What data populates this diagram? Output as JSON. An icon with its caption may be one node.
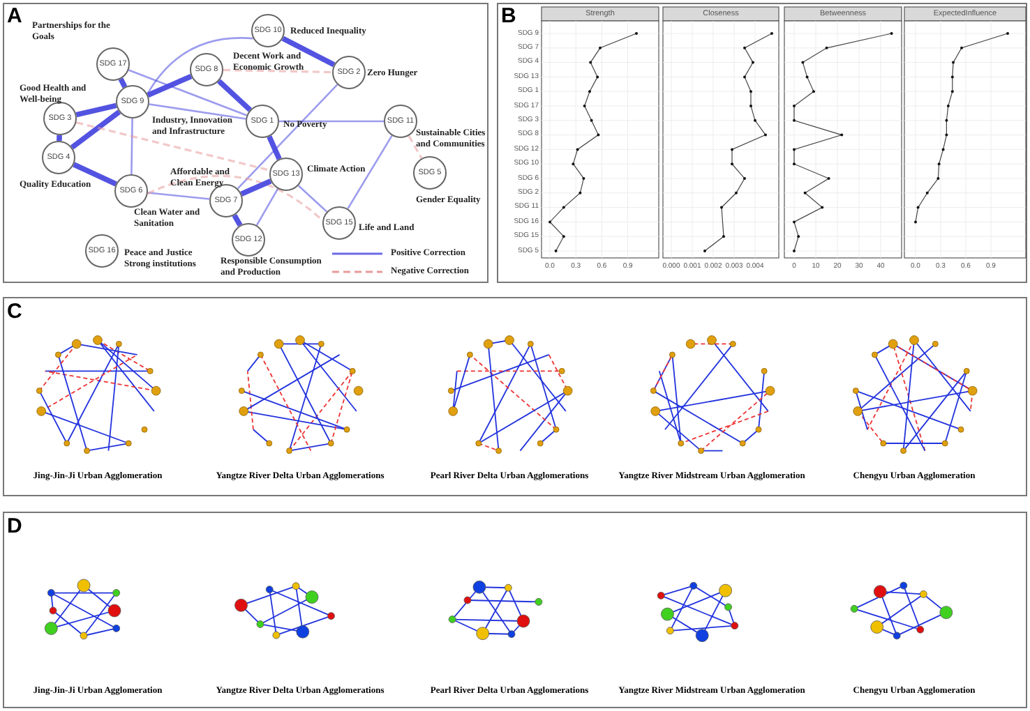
{
  "diagram": {
    "nodes": [
      {
        "text": [
          "SDG 10"
        ],
        "beside": [
          "Reduced Inequality"
        ]
      },
      {
        "text": [
          "SDG 17"
        ],
        "beside": [
          "Partnerships for the Goals"
        ]
      },
      {
        "text": [
          "SDG 2"
        ],
        "beside": [
          "Zero Hunger"
        ]
      },
      {
        "text": [
          "SDG 8"
        ],
        "beside": [
          "Decent Work and Economic Growth"
        ]
      },
      {
        "text": [
          "SDG 9"
        ],
        "beside": [
          "Industry, Innovation and Infrastructure"
        ]
      },
      {
        "text": [
          "SDG 3"
        ],
        "beside": [
          "Good Health and Well-being"
        ]
      },
      {
        "text": [
          "SDG 1"
        ],
        "beside": [
          "No Poverty"
        ]
      },
      {
        "text": [
          "SDG 11"
        ],
        "beside": [
          "Sustainable Cities and Communities"
        ]
      },
      {
        "text": [
          "SDG 4"
        ],
        "beside": [
          "Quality Education"
        ]
      },
      {
        "text": [
          "SDG 13"
        ],
        "beside": [
          "Climate Action"
        ]
      },
      {
        "text": [
          "SDG 5"
        ],
        "beside": [
          "Gender Equality"
        ]
      },
      {
        "text": [
          "SDG 6"
        ],
        "beside": [
          "Clean Water and Sanitation"
        ]
      },
      {
        "text": [
          "SDG 7"
        ],
        "beside": [
          "Affordable and Clean Energy"
        ]
      },
      {
        "text": [
          "SDG 15"
        ],
        "beside": [
          "Life and Land"
        ]
      },
      {
        "text": [
          "SDG 12"
        ],
        "beside": [
          "Responsible Consumption and Production"
        ]
      },
      {
        "text": [
          "SDG 16"
        ],
        "beside": [
          "Peace and Justice Strong institutions"
        ]
      }
    ],
    "edges": [
      {
        "from": 0,
        "to": 2,
        "arrow": "none",
        "style": "thick"
      },
      {
        "from": 4,
        "to": 0,
        "arrow": "none"
      },
      {
        "from": 3,
        "to": 2,
        "arrow": "none",
        "style": "dashed",
        "color": "#e89a9a"
      },
      {
        "from": 2,
        "to": 12,
        "arrow": "none"
      },
      {
        "from": 1,
        "to": 4,
        "arrow": "none",
        "style": "thick"
      },
      {
        "from": 1,
        "to": 6,
        "arrow": "none"
      },
      {
        "from": 4,
        "to": 3,
        "arrow": "none",
        "style": "thick"
      },
      {
        "from": 3,
        "to": 6,
        "arrow": "none",
        "style": "thick"
      },
      {
        "from": 4,
        "to": 6,
        "arrow": "none"
      },
      {
        "from": 4,
        "to": 5,
        "arrow": "none",
        "style": "thick"
      },
      {
        "from": 4,
        "to": 8,
        "arrow": "none",
        "style": "thick"
      },
      {
        "from": 4,
        "to": 11,
        "arrow": "none"
      },
      {
        "from": 5,
        "to": 8,
        "arrow": "none",
        "style": "thick"
      },
      {
        "from": 5,
        "to": 9,
        "arrow": "none",
        "style": "dashed",
        "color": "#e89a9a"
      },
      {
        "from": 8,
        "to": 11,
        "arrow": "none",
        "style": "thick"
      },
      {
        "from": 11,
        "to": 12,
        "arrow": "none"
      },
      {
        "from": 11,
        "to": 13,
        "arrow": "none",
        "style": "dashed",
        "color": "#e89a9a"
      },
      {
        "from": 6,
        "to": 9,
        "arrow": "none",
        "style": "thick"
      },
      {
        "from": 6,
        "to": 7,
        "arrow": "none"
      },
      {
        "from": 9,
        "to": 12,
        "arrow": "none",
        "style": "thick"
      },
      {
        "from": 9,
        "to": 14,
        "arrow": "none"
      },
      {
        "from": 12,
        "to": 14,
        "arrow": "none",
        "style": "thick"
      },
      {
        "from": 9,
        "to": 13,
        "arrow": "none"
      },
      {
        "from": 7,
        "to": 13,
        "arrow": "none"
      },
      {
        "from": 7,
        "to": 10,
        "arrow": "none",
        "style": "dashed",
        "color": "#e89a9a"
      }
    ],
    "labels": [
      "A",
      "B",
      "Strength",
      "Closeness",
      "Betweenness",
      "ExpectedInfluence",
      "SDG 9",
      "SDG 7",
      "SDG 4",
      "SDG 13",
      "SDG 1",
      "SDG 17",
      "SDG 3",
      "SDG 8",
      "SDG 12",
      "SDG 10",
      "SDG 6",
      "SDG 2",
      "SDG 11",
      "SDG 16",
      "SDG 15",
      "SDG 5",
      "0.0",
      "0.3",
      "0.6",
      "0.9",
      "0.000",
      "0.001",
      "0.002",
      "0.003",
      "0.004",
      "0",
      "10",
      "20",
      "30",
      "40",
      "0.0",
      "0.3",
      "0.6",
      "0.9",
      "C",
      "Jing-Jin-Ji  Urban Agglomeration",
      "Yangtze River Delta Urban Agglomerations",
      "Pearl River Delta Urban Agglomerations",
      "Yangtze River Midstream Urban Agglomeration",
      "Chengyu Urban Agglomeration",
      "D",
      "Jing-Jin-Ji  Urban Agglomeration",
      "Yangtze River Delta Urban Agglomerations",
      "Pearl River Delta Urban Agglomerations",
      "Yangtze River Midstream Urban Agglomeration",
      "Chengyu Urban Agglomeration"
    ],
    "legend": [
      {
        "text": "Positive Correction"
      },
      {
        "text": "Negative Correction"
      }
    ]
  }
}
